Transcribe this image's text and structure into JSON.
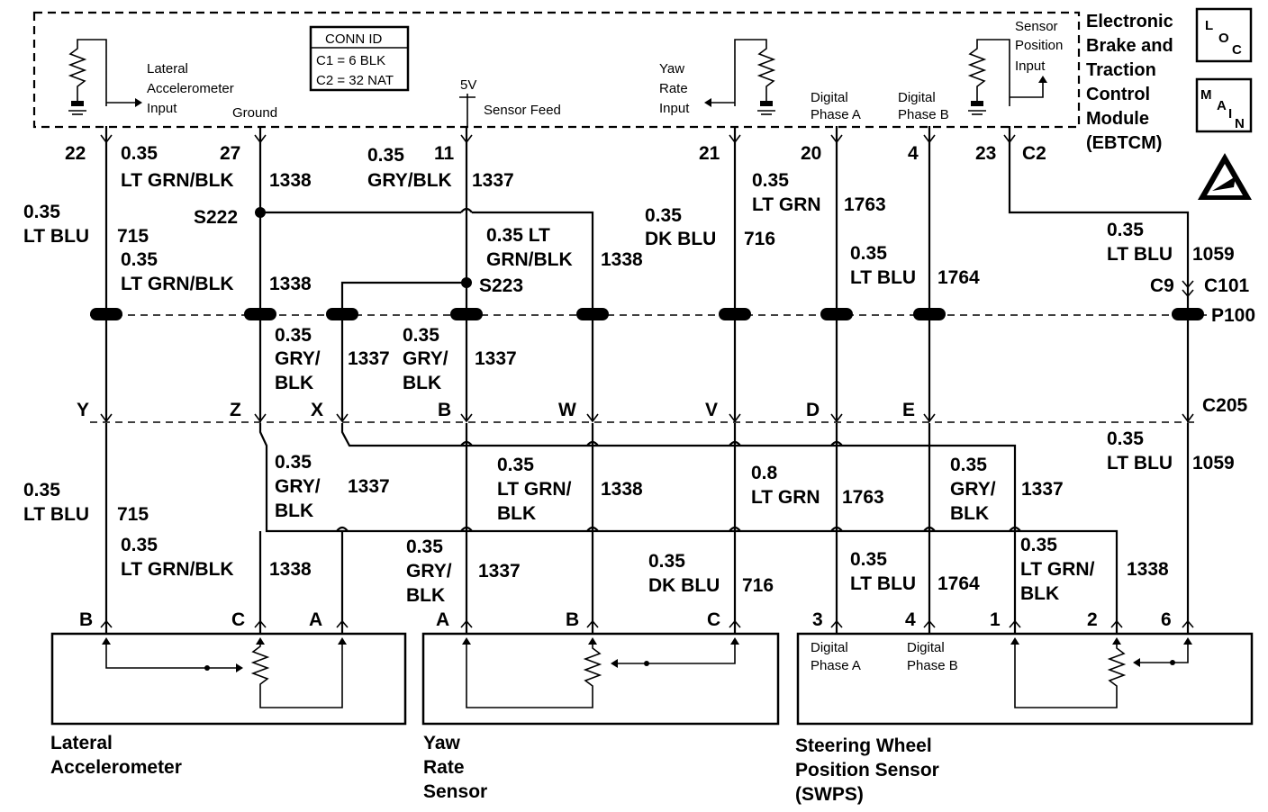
{
  "module": {
    "title_lines": [
      "Electronic",
      "Brake and",
      "Traction",
      "Control",
      "Module",
      "(EBTCM)"
    ],
    "loc_icon": [
      "L",
      "O",
      "C"
    ],
    "main_icon": [
      "M",
      "A",
      "I",
      "N"
    ],
    "esd_icon": "esd-warning-icon",
    "conn_id": {
      "title": "CONN ID",
      "c1": "C1 = 6 BLK",
      "c2": "C2 = 32 NAT"
    },
    "inputs": {
      "lateral_accel": [
        "Lateral",
        "Accelerometer",
        "Input"
      ],
      "ground": "Ground",
      "five_v": "5V",
      "sensor_feed": "Sensor Feed",
      "yaw_rate": [
        "Yaw",
        "Rate",
        "Input"
      ],
      "digital_a": [
        "Digital",
        "Phase A"
      ],
      "digital_b": [
        "Digital",
        "Phase B"
      ],
      "sensor_pos": [
        "Sensor",
        "Position",
        "Input"
      ]
    },
    "pins": [
      "22",
      "27",
      "11",
      "21",
      "20",
      "4",
      "23"
    ],
    "connector": "C2"
  },
  "upper_wires": {
    "w22": [
      "0.35",
      "LT BLU",
      "715"
    ],
    "w27": [
      "0.35",
      "LT GRN/BLK",
      "1338"
    ],
    "w27b": [
      "0.35",
      "LT GRN/BLK",
      "1338"
    ],
    "w11": [
      "0.35",
      "GRY/BLK",
      "1337"
    ],
    "splice_mid": [
      "0.35 LT",
      "GRN/BLK",
      "1338"
    ],
    "w21": [
      "0.35",
      "DK BLU",
      "716"
    ],
    "w20": [
      "0.35",
      "LT GRN",
      "1763"
    ],
    "w4": [
      "0.35",
      "LT BLU",
      "1764"
    ],
    "w23": [
      "0.35",
      "LT BLU",
      "1059"
    ],
    "s222": "S222",
    "s223": "S223",
    "c9": "C9",
    "c101": "C101",
    "p100": "P100"
  },
  "mid_wires": {
    "x_wire": [
      "0.35",
      "GRY/",
      "BLK",
      "1337"
    ],
    "b_wire": [
      "0.35",
      "GRY/",
      "BLK",
      "1337"
    ],
    "pins": [
      "Y",
      "Z",
      "X",
      "B",
      "W",
      "V",
      "D",
      "E"
    ],
    "c205": "C205"
  },
  "lower_wires": {
    "c205_1059": [
      "0.35",
      "LT BLU",
      "1059"
    ],
    "lat_715": [
      "0.35",
      "LT BLU",
      "715"
    ],
    "gry_left": [
      "0.35",
      "GRY/",
      "BLK",
      "1337"
    ],
    "grn_center": [
      "0.35",
      "LT GRN/",
      "BLK",
      "1338"
    ],
    "lt_grn_0_8": [
      "0.8",
      "LT GRN",
      "1763"
    ],
    "gry_right": [
      "0.35",
      "GRY/",
      "BLK",
      "1337"
    ],
    "lat_1338": [
      "0.35",
      "LT GRN/BLK",
      "1338"
    ],
    "yaw_1337": [
      "0.35",
      "GRY/",
      "BLK",
      "1337"
    ],
    "dk_blu": [
      "0.35",
      "DK BLU",
      "716"
    ],
    "lt_blu_1764": [
      "0.35",
      "LT BLU",
      "1764"
    ],
    "swps_1338": [
      "0.35",
      "LT GRN/",
      "BLK",
      "1338"
    ]
  },
  "components": {
    "lateral": {
      "name": [
        "Lateral",
        "Accelerometer"
      ],
      "pins": [
        "B",
        "C",
        "A"
      ]
    },
    "yaw": {
      "name": [
        "Yaw",
        "Rate",
        "Sensor"
      ],
      "pins": [
        "A",
        "B",
        "C"
      ]
    },
    "swps": {
      "name": [
        "Steering Wheel",
        "Position Sensor",
        "(SWPS)"
      ],
      "pins": [
        "3",
        "4",
        "1",
        "2",
        "6"
      ],
      "digital_a": [
        "Digital",
        "Phase A"
      ],
      "digital_b": [
        "Digital",
        "Phase B"
      ]
    }
  }
}
